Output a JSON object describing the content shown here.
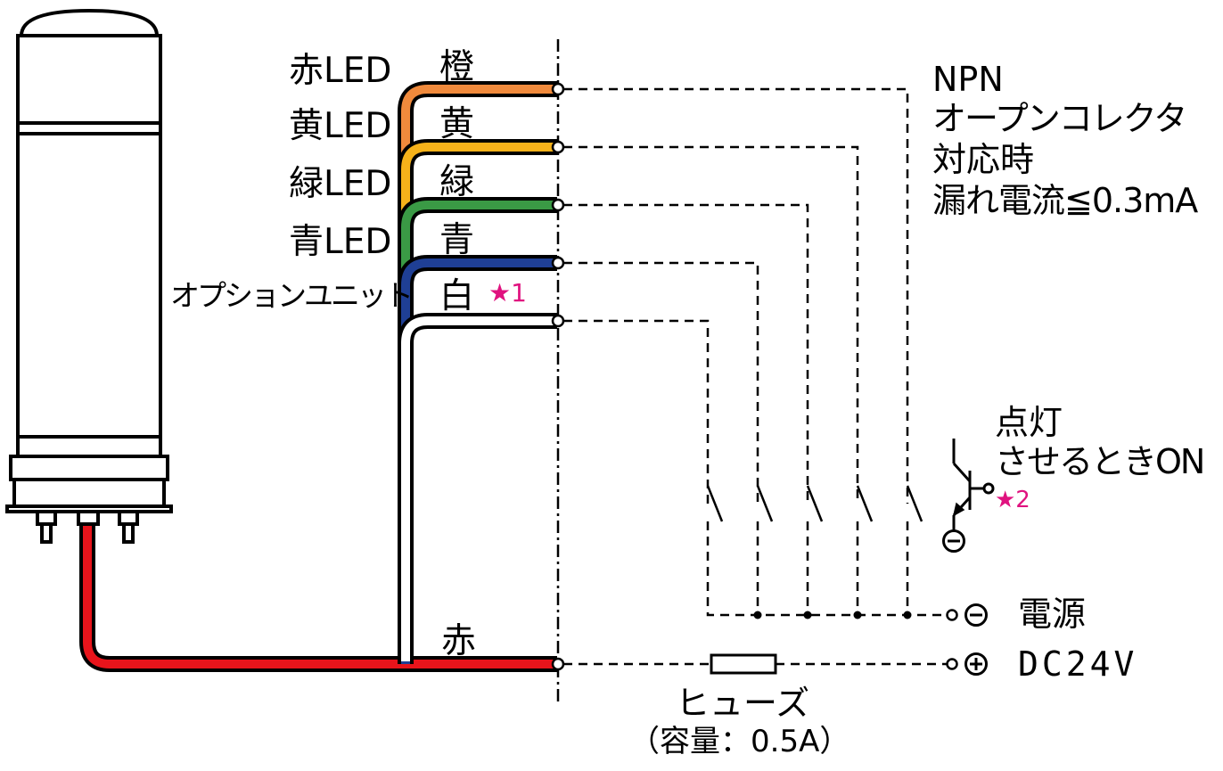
{
  "led_labels": [
    "赤LED",
    "黄LED",
    "緑LED",
    "青LED",
    "オプションユニット"
  ],
  "wire_labels": {
    "orange": "橙",
    "yellow": "黄",
    "green": "緑",
    "blue": "青",
    "white": "白",
    "red": "赤"
  },
  "star1": "★1",
  "star2": "★2",
  "npn_note": [
    "NPN",
    "オープンコレクタ",
    "対応時",
    "漏れ電流≦0.3mA"
  ],
  "switch_note": [
    "点灯",
    "させるときON"
  ],
  "power_minus_label": "電源",
  "power_plus_label": "DC24V",
  "fuse_label": "ヒューズ",
  "fuse_capacity": "（容量：0.5A）",
  "colors": {
    "orange": "#f08a3c",
    "yellow": "#f6b21a",
    "green": "#3a9a45",
    "blue": "#1f3f95",
    "white": "#ffffff",
    "red": "#e8141b",
    "outline": "#000000",
    "star": "#e0127f"
  }
}
